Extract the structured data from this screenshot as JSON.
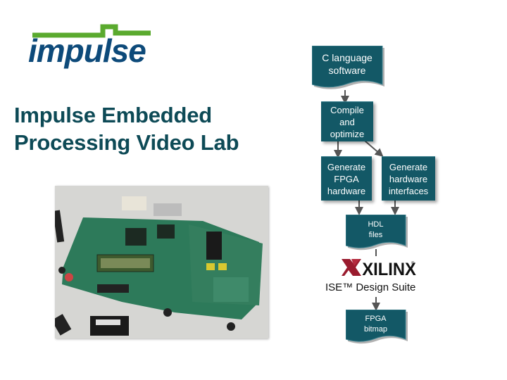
{
  "logo": {
    "text": "impulse",
    "text_color": "#0d4a7a",
    "accent_color": "#5aaa2e"
  },
  "title": {
    "line1": "Impulse Embedded",
    "line2": "Processing Video Lab",
    "color": "#0d4a56"
  },
  "photo": {
    "description": "FPGA development board photo"
  },
  "flow": {
    "box_color": "#135866",
    "nodes": {
      "c_software": {
        "line1": "C language",
        "line2": "software"
      },
      "compile": {
        "line1": "Compile",
        "line2": "and",
        "line3": "optimize"
      },
      "gen_fpga": {
        "line1": "Generate",
        "line2": "FPGA",
        "line3": "hardware"
      },
      "gen_iface": {
        "line1": "Generate",
        "line2": "hardware",
        "line3": "interfaces"
      },
      "hdl": {
        "line1": "HDL",
        "line2": "files"
      },
      "bitmap": {
        "line1": "FPGA",
        "line2": "bitmap"
      }
    },
    "xilinx": {
      "brand": "XILINX",
      "reg": "®",
      "color": "#9a1b2e"
    },
    "ise_label": "ISE™ Design Suite"
  }
}
